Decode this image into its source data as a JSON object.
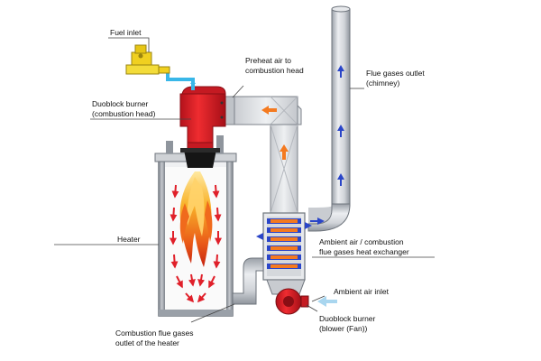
{
  "labels": {
    "fuel_inlet": "Fuel inlet",
    "duoblock_burner_head": [
      "Duoblock burner",
      "(combustion head)"
    ],
    "preheat_air": [
      "Preheat air to",
      "combustion head"
    ],
    "flue_outlet": [
      "Flue gases outlet",
      "(chimney)"
    ],
    "heater": "Heater",
    "heat_exchanger": [
      "Ambient air / combustion",
      "flue gases heat exchanger"
    ],
    "ambient_air_inlet": "Ambient air inlet",
    "duoblock_burner_fan": [
      "Duoblock burner",
      "(blower (Fan))"
    ],
    "combustion_outlet": [
      "Combustion flue gases",
      "outlet of the heater"
    ]
  },
  "colors": {
    "flame_orange": "#f39a1e",
    "flame_red": "#e83a1a",
    "burner_red": "#e0202a",
    "air_arrow_orange": "#f47a20",
    "flue_arrow_blue": "#2a45c8",
    "ambient_arrow_lightblue": "#a9d6ef",
    "fuel_pipe_blue": "#39b7e8",
    "fuel_valve_yellow": "#f0d020",
    "pipe_grey": "#d4d6da"
  }
}
